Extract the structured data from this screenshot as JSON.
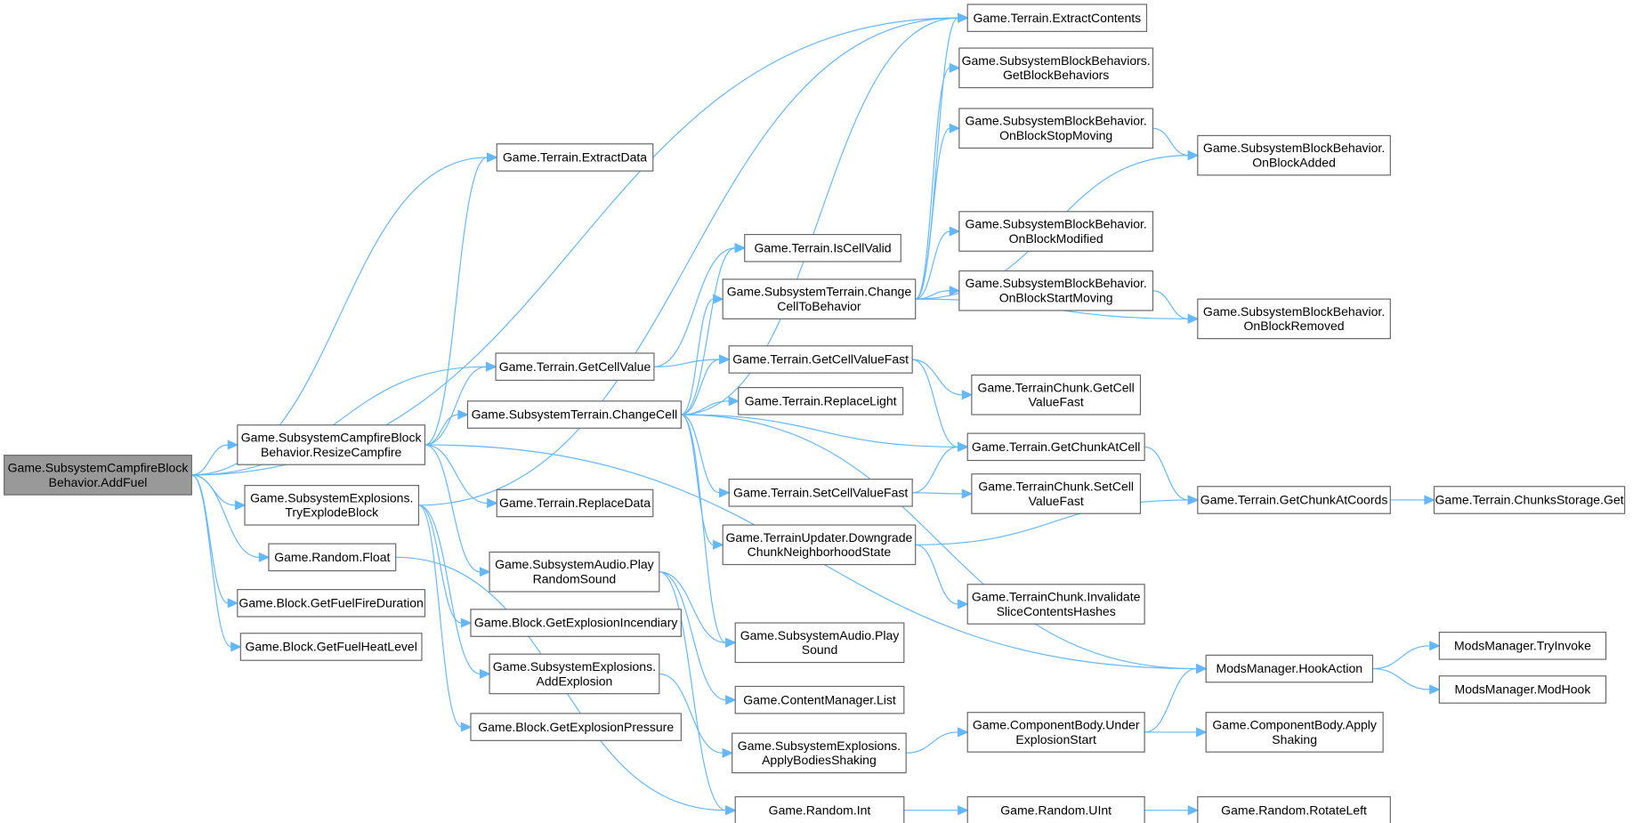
{
  "title": "Call graph: Game.SubsystemCampfireBlockBehavior.AddFuel",
  "colors": {
    "edge": "#63b8ff",
    "node_border": "#666666",
    "root_fill": "#999999",
    "node_fill": "#ffffff"
  },
  "nodes": [
    {
      "id": "addfuel",
      "lines": [
        "Game.SubsystemCampfireBlock",
        "Behavior.AddFuel"
      ],
      "root": true
    },
    {
      "id": "resize",
      "lines": [
        "Game.SubsystemCampfireBlock",
        "Behavior.ResizeCampfire"
      ]
    },
    {
      "id": "tryexplode",
      "lines": [
        "Game.SubsystemExplosions.",
        "TryExplodeBlock"
      ]
    },
    {
      "id": "rfloat",
      "lines": [
        "Game.Random.Float"
      ]
    },
    {
      "id": "fuelfire",
      "lines": [
        "Game.Block.GetFuelFireDuration"
      ]
    },
    {
      "id": "fuelheat",
      "lines": [
        "Game.Block.GetFuelHeatLevel"
      ]
    },
    {
      "id": "extractdata",
      "lines": [
        "Game.Terrain.ExtractData"
      ]
    },
    {
      "id": "getcellvalue",
      "lines": [
        "Game.Terrain.GetCellValue"
      ]
    },
    {
      "id": "changecell",
      "lines": [
        "Game.SubsystemTerrain.ChangeCell"
      ]
    },
    {
      "id": "replacedata",
      "lines": [
        "Game.Terrain.ReplaceData"
      ]
    },
    {
      "id": "playrandom",
      "lines": [
        "Game.SubsystemAudio.Play",
        "RandomSound"
      ]
    },
    {
      "id": "incendiary",
      "lines": [
        "Game.Block.GetExplosionIncendiary"
      ]
    },
    {
      "id": "addexplosion",
      "lines": [
        "Game.SubsystemExplosions.",
        "AddExplosion"
      ]
    },
    {
      "id": "pressure",
      "lines": [
        "Game.Block.GetExplosionPressure"
      ]
    },
    {
      "id": "extractcontents",
      "lines": [
        "Game.Terrain.ExtractContents"
      ]
    },
    {
      "id": "getbehaviors",
      "lines": [
        "Game.SubsystemBlockBehaviors.",
        "GetBlockBehaviors"
      ]
    },
    {
      "id": "stopmoving",
      "lines": [
        "Game.SubsystemBlockBehavior.",
        "OnBlockStopMoving"
      ]
    },
    {
      "id": "added",
      "lines": [
        "Game.SubsystemBlockBehavior.",
        "OnBlockAdded"
      ]
    },
    {
      "id": "modified",
      "lines": [
        "Game.SubsystemBlockBehavior.",
        "OnBlockModified"
      ]
    },
    {
      "id": "iscellvalid",
      "lines": [
        "Game.Terrain.IsCellValid"
      ]
    },
    {
      "id": "changetobeh",
      "lines": [
        "Game.SubsystemTerrain.Change",
        "CellToBehavior"
      ]
    },
    {
      "id": "startmoving",
      "lines": [
        "Game.SubsystemBlockBehavior.",
        "OnBlockStartMoving"
      ]
    },
    {
      "id": "removed",
      "lines": [
        "Game.SubsystemBlockBehavior.",
        "OnBlockRemoved"
      ]
    },
    {
      "id": "getcvfast",
      "lines": [
        "Game.Terrain.GetCellValueFast"
      ]
    },
    {
      "id": "chunkgetcv",
      "lines": [
        "Game.TerrainChunk.GetCell",
        "ValueFast"
      ]
    },
    {
      "id": "replacelight",
      "lines": [
        "Game.Terrain.ReplaceLight"
      ]
    },
    {
      "id": "chunkatcell",
      "lines": [
        "Game.Terrain.GetChunkAtCell"
      ]
    },
    {
      "id": "setcvfast",
      "lines": [
        "Game.Terrain.SetCellValueFast"
      ]
    },
    {
      "id": "chunksetcv",
      "lines": [
        "Game.TerrainChunk.SetCell",
        "ValueFast"
      ]
    },
    {
      "id": "downgrade",
      "lines": [
        "Game.TerrainUpdater.Downgrade",
        "ChunkNeighborhoodState"
      ]
    },
    {
      "id": "chunkatcoords",
      "lines": [
        "Game.Terrain.GetChunkAtCoords"
      ]
    },
    {
      "id": "storageget",
      "lines": [
        "Game.Terrain.ChunksStorage.Get"
      ]
    },
    {
      "id": "invalidate",
      "lines": [
        "Game.TerrainChunk.Invalidate",
        "SliceContentsHashes"
      ]
    },
    {
      "id": "playsound",
      "lines": [
        "Game.SubsystemAudio.Play",
        "Sound"
      ]
    },
    {
      "id": "cmlist",
      "lines": [
        "Game.ContentManager.List"
      ]
    },
    {
      "id": "bodiesshaking",
      "lines": [
        "Game.SubsystemExplosions.",
        "ApplyBodiesShaking"
      ]
    },
    {
      "id": "rint",
      "lines": [
        "Game.Random.Int"
      ]
    },
    {
      "id": "hookaction",
      "lines": [
        "ModsManager.HookAction"
      ]
    },
    {
      "id": "tryinvoke",
      "lines": [
        "ModsManager.TryInvoke"
      ]
    },
    {
      "id": "modhook",
      "lines": [
        "ModsManager.ModHook"
      ]
    },
    {
      "id": "underexpl",
      "lines": [
        "Game.ComponentBody.Under",
        "ExplosionStart"
      ]
    },
    {
      "id": "applyshaking",
      "lines": [
        "Game.ComponentBody.Apply",
        "Shaking"
      ]
    },
    {
      "id": "ruint",
      "lines": [
        "Game.Random.UInt"
      ]
    },
    {
      "id": "rotateleft",
      "lines": [
        "Game.Random.RotateLeft"
      ]
    }
  ],
  "edges": [
    [
      "addfuel",
      "extractcontents"
    ],
    [
      "addfuel",
      "extractdata"
    ],
    [
      "addfuel",
      "getcellvalue"
    ],
    [
      "addfuel",
      "resize"
    ],
    [
      "addfuel",
      "tryexplode"
    ],
    [
      "addfuel",
      "rfloat"
    ],
    [
      "addfuel",
      "fuelfire"
    ],
    [
      "addfuel",
      "fuelheat"
    ],
    [
      "resize",
      "extractdata"
    ],
    [
      "resize",
      "getcellvalue"
    ],
    [
      "resize",
      "changecell"
    ],
    [
      "resize",
      "replacedata"
    ],
    [
      "resize",
      "playrandom"
    ],
    [
      "resize",
      "hookaction"
    ],
    [
      "tryexplode",
      "extractcontents"
    ],
    [
      "tryexplode",
      "incendiary"
    ],
    [
      "tryexplode",
      "addexplosion"
    ],
    [
      "tryexplode",
      "pressure"
    ],
    [
      "rfloat",
      "rint"
    ],
    [
      "getcellvalue",
      "iscellvalid"
    ],
    [
      "getcellvalue",
      "getcvfast"
    ],
    [
      "changecell",
      "iscellvalid"
    ],
    [
      "changecell",
      "changetobeh"
    ],
    [
      "changecell",
      "getcvfast"
    ],
    [
      "changecell",
      "replacelight"
    ],
    [
      "changecell",
      "chunkatcell"
    ],
    [
      "changecell",
      "setcvfast"
    ],
    [
      "changecell",
      "downgrade"
    ],
    [
      "changecell",
      "playsound"
    ],
    [
      "changecell",
      "hookaction"
    ],
    [
      "changecell",
      "extractcontents"
    ],
    [
      "changetobeh",
      "extractcontents"
    ],
    [
      "changetobeh",
      "getbehaviors"
    ],
    [
      "changetobeh",
      "stopmoving"
    ],
    [
      "changetobeh",
      "added"
    ],
    [
      "changetobeh",
      "modified"
    ],
    [
      "changetobeh",
      "startmoving"
    ],
    [
      "changetobeh",
      "removed"
    ],
    [
      "stopmoving",
      "added"
    ],
    [
      "startmoving",
      "removed"
    ],
    [
      "getcvfast",
      "chunkgetcv"
    ],
    [
      "getcvfast",
      "chunkatcell"
    ],
    [
      "setcvfast",
      "chunkatcell"
    ],
    [
      "setcvfast",
      "chunksetcv"
    ],
    [
      "chunkatcell",
      "chunkatcoords"
    ],
    [
      "chunkatcoords",
      "storageget"
    ],
    [
      "downgrade",
      "chunkatcoords"
    ],
    [
      "downgrade",
      "invalidate"
    ],
    [
      "playrandom",
      "playsound"
    ],
    [
      "playrandom",
      "cmlist"
    ],
    [
      "playrandom",
      "rint"
    ],
    [
      "addexplosion",
      "bodiesshaking"
    ],
    [
      "bodiesshaking",
      "underexpl"
    ],
    [
      "underexpl",
      "hookaction"
    ],
    [
      "underexpl",
      "applyshaking"
    ],
    [
      "hookaction",
      "tryinvoke"
    ],
    [
      "hookaction",
      "modhook"
    ],
    [
      "rint",
      "ruint"
    ],
    [
      "ruint",
      "rotateleft"
    ]
  ]
}
